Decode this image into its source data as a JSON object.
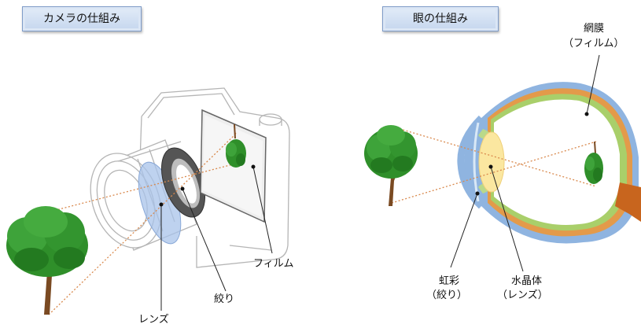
{
  "camera": {
    "title": "カメラの仕組み",
    "label_lens": "レンズ",
    "label_aperture": "絞り",
    "label_film": "フィルム"
  },
  "eye": {
    "title": "眼の仕組み",
    "label_retina": "網膜",
    "label_retina_sub": "（フィルム）",
    "label_iris": "虹彩",
    "label_iris_sub": "（絞り）",
    "label_lens": "水晶体",
    "label_lens_sub": "（レンズ）"
  },
  "colors": {
    "header_bg": "#c5d6ee",
    "header_border": "#7f9cc8",
    "ray": "#d9894d",
    "tree_green": "#2f8f2a",
    "trunk": "#7a4a22",
    "sclera_blue": "#8fb4e0",
    "choroid_orange": "#e39a4a",
    "retina_green": "#a9cf6a",
    "lens_yellow": "#fbe7a0",
    "optic_nerve": "#c8651e"
  }
}
